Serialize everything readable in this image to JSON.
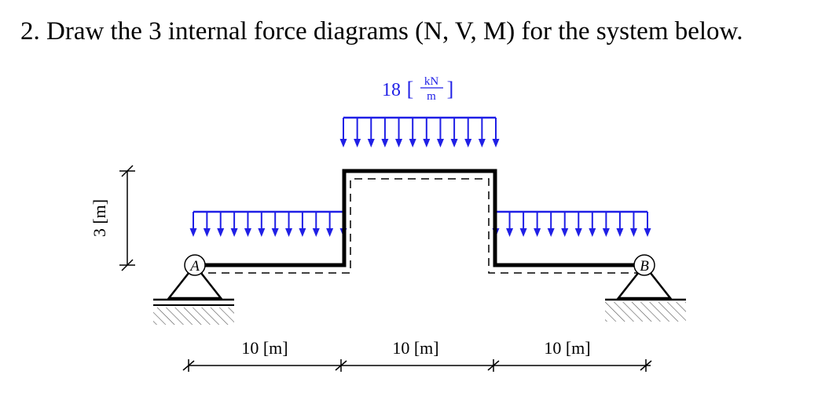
{
  "problem": {
    "title": "2. Draw the 3 internal force diagrams (N, V, M) for the system below."
  },
  "loads": {
    "value": "18",
    "unit_numerator": "kN",
    "unit_denominator": "m",
    "color": "#1f1fe6"
  },
  "supports": {
    "left_label": "A",
    "right_label": "B"
  },
  "dimensions": {
    "height": "3 [m]",
    "spans": [
      "10 [m]",
      "10 [m]",
      "10 [m]"
    ]
  }
}
